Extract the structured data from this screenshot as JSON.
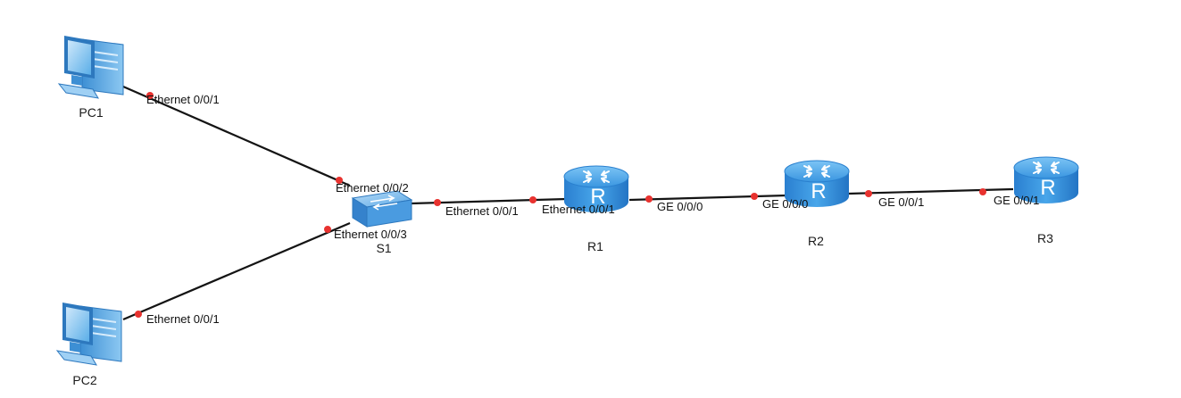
{
  "devices": {
    "pc1": {
      "label": "PC1",
      "type": "pc-icon"
    },
    "pc2": {
      "label": "PC2",
      "type": "pc-icon"
    },
    "s1": {
      "label": "S1",
      "type": "switch-icon"
    },
    "r1": {
      "label": "R1",
      "type": "router-icon"
    },
    "r2": {
      "label": "R2",
      "type": "router-icon"
    },
    "r3": {
      "label": "R3",
      "type": "router-icon"
    }
  },
  "ports": {
    "pc1_eth": "Ethernet 0/0/1",
    "s1_pc1": "Ethernet 0/0/2",
    "s1_pc2": "Ethernet 0/0/3",
    "pc2_eth": "Ethernet 0/0/1",
    "s1_r1": "Ethernet 0/0/1",
    "r1_s1": "Ethernet 0/0/1",
    "r1_r2": "GE 0/0/0",
    "r2_r1": "GE 0/0/0",
    "r2_r3": "GE 0/0/1",
    "r3_r2": "GE 0/0/1"
  },
  "colors": {
    "link": "#141414",
    "port_dot": "#e8322f",
    "router_blue": "#2f8ad6",
    "pc_blue": "#4aa0e0"
  }
}
